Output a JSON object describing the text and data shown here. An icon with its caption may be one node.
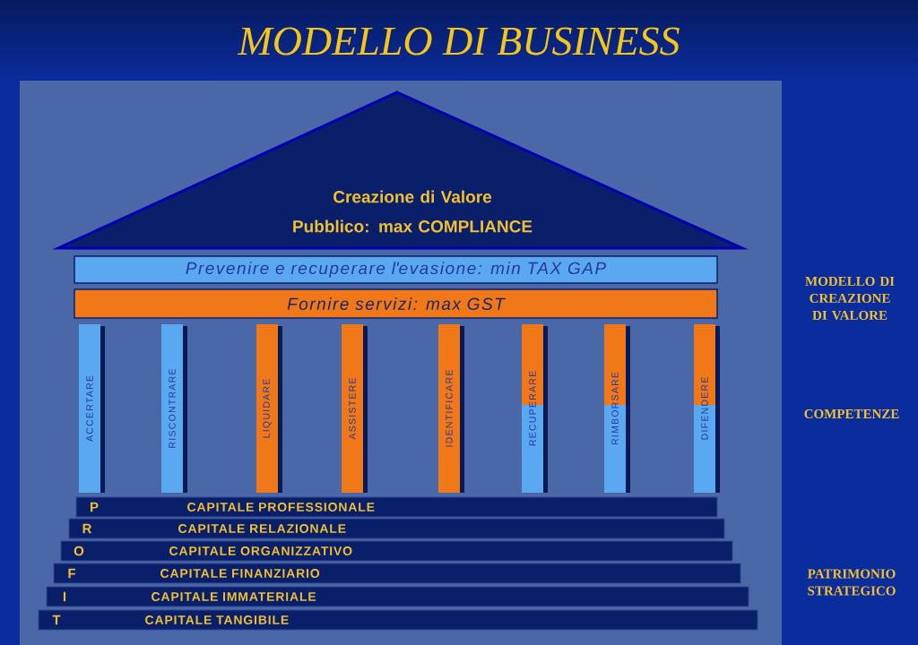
{
  "diagram": {
    "title": "MODELLO DI BUSINESS",
    "nodes": [
      {
        "text": [
          "Creazione di Valore Pubblico: max COMPLIANCE"
        ]
      },
      {
        "text": [
          "Prevenire e recuperare l'evasione: min TAX GAP"
        ]
      },
      {
        "text": [
          "Fornire servizi: max GST"
        ]
      },
      {
        "text": [
          "ACCERTARE"
        ]
      },
      {
        "text": [
          "RISCONTRARE"
        ]
      },
      {
        "text": [
          "LIQUIDARE"
        ]
      },
      {
        "text": [
          "ASSISTERE"
        ]
      },
      {
        "text": [
          "IDENTIFICARE"
        ]
      },
      {
        "text": [
          "RECUPERARE"
        ]
      },
      {
        "text": [
          "RIMBORSARE"
        ]
      },
      {
        "text": [
          "DIFENDERE"
        ]
      },
      {
        "text": [
          "P",
          "CAPITALE PROFESSIONALE"
        ]
      },
      {
        "text": [
          "R",
          "CAPITALE RELAZIONALE"
        ]
      },
      {
        "text": [
          "O",
          "CAPITALE ORGANIZZATIVO"
        ]
      },
      {
        "text": [
          "F",
          "CAPITALE FINANZIARIO"
        ]
      },
      {
        "text": [
          "I",
          "CAPITALE IMMATERIALE"
        ]
      },
      {
        "text": [
          "T",
          "CAPITALE TANGIBILE"
        ]
      }
    ],
    "labels": [
      "MODELLO DI CREAZIONE DI VALORE",
      "COMPETENZE",
      "PATRIMONIO STRATEGICO"
    ]
  }
}
